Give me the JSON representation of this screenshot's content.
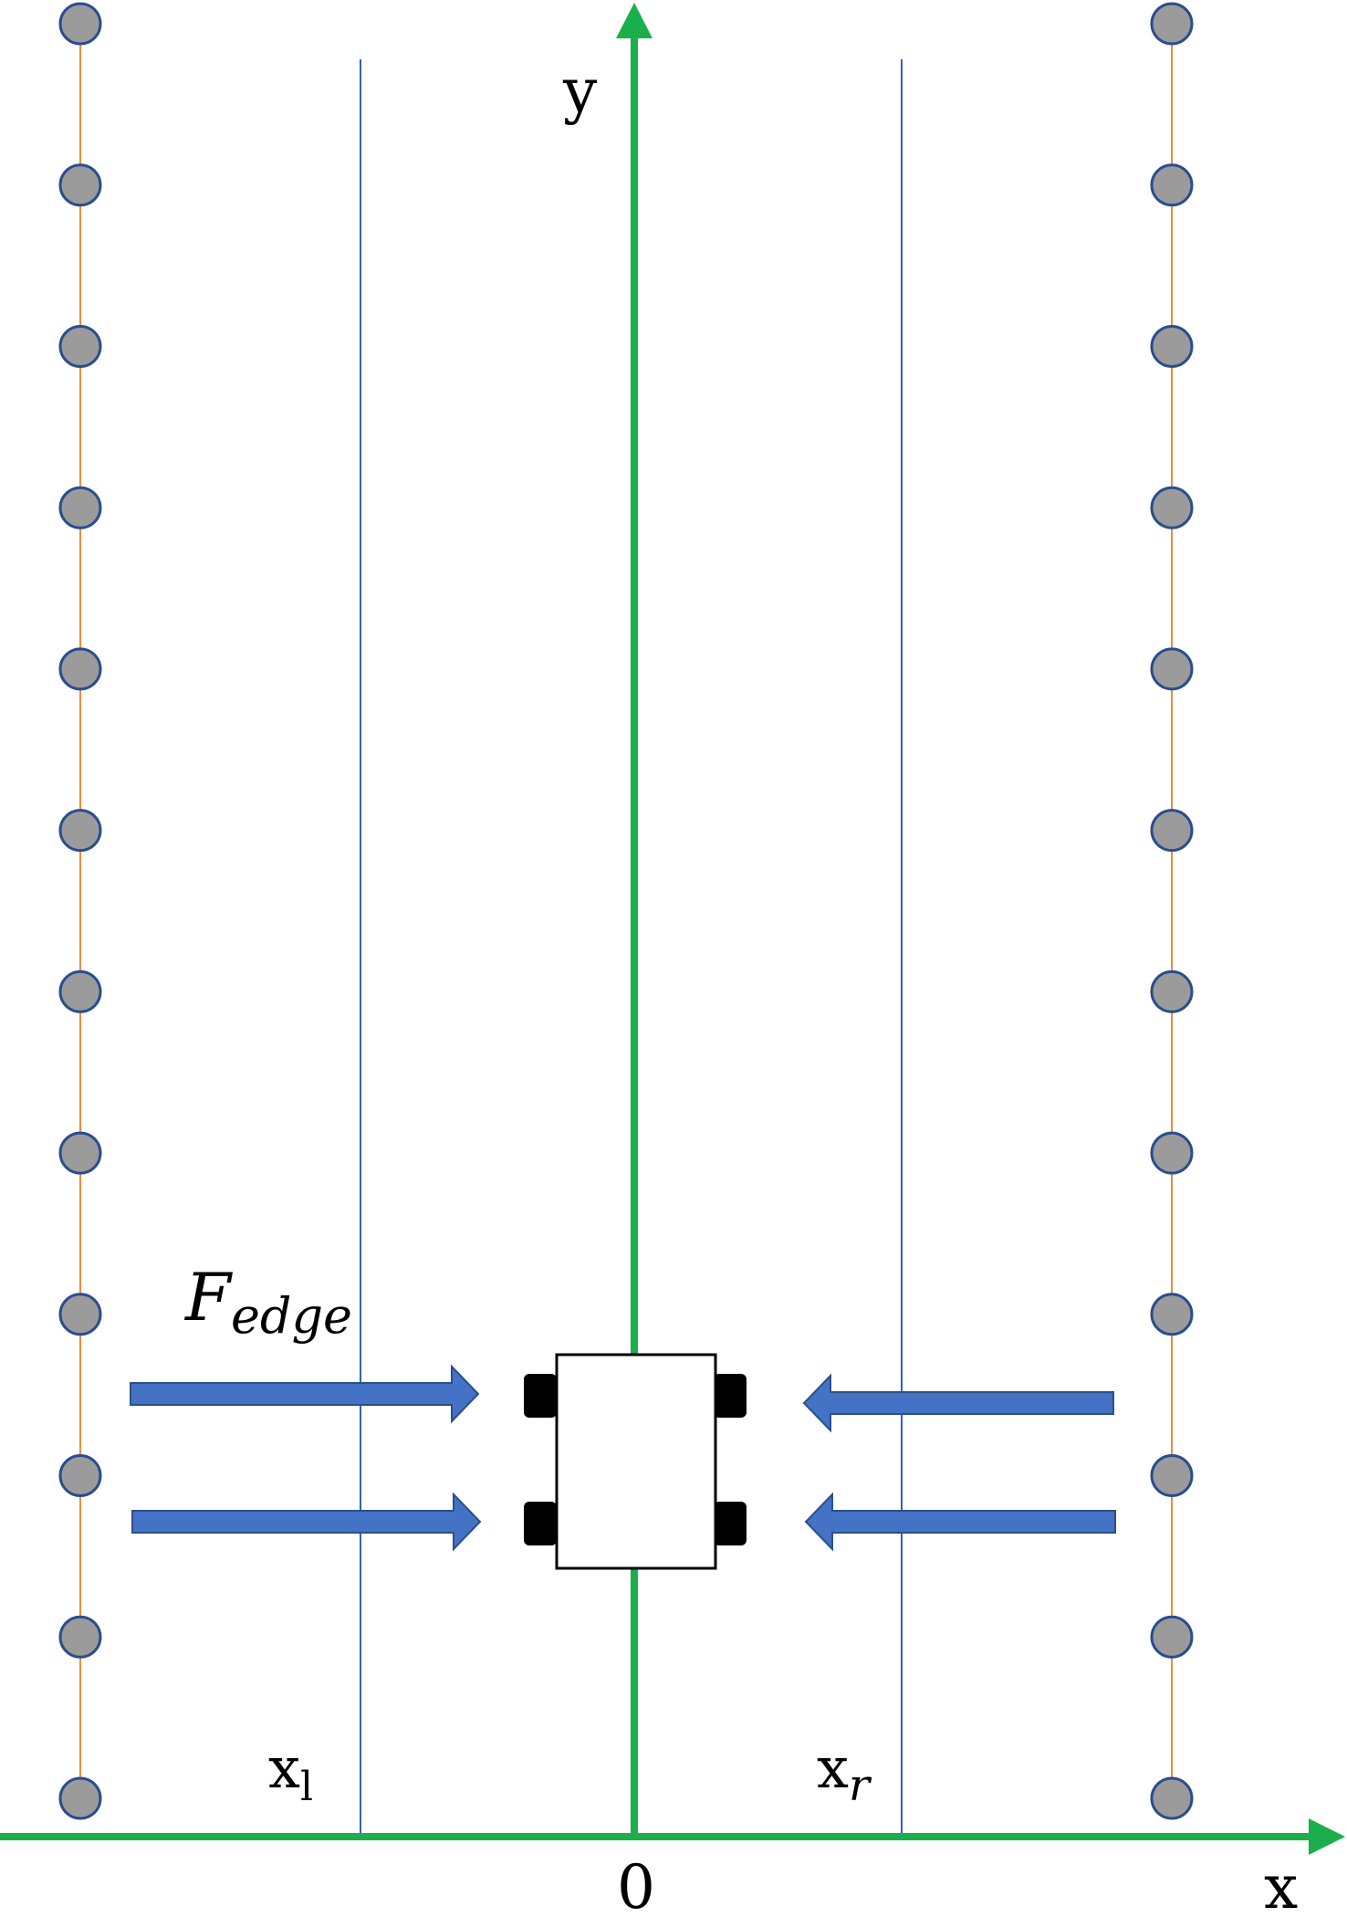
{
  "labels": {
    "y_axis": "y",
    "x_axis": "x",
    "origin": "0",
    "left_boundary_main": "x",
    "left_boundary_sub": "l",
    "right_boundary_main": "x",
    "right_boundary_sub": "r",
    "force_main": "F",
    "force_sub": "edge"
  },
  "rows": {
    "left_count": 12,
    "right_count": 12
  },
  "colors": {
    "axis": "#1aaf4a",
    "row_line": "#f08a3c",
    "boundary_line": "#2f62c4",
    "plant_fill": "#9b9b9b",
    "plant_stroke": "#2a4d8f",
    "arrow_fill": "#4472c4",
    "arrow_stroke": "#2b4f8c",
    "vehicle_body": "#ffffff",
    "wheel": "#000000"
  }
}
